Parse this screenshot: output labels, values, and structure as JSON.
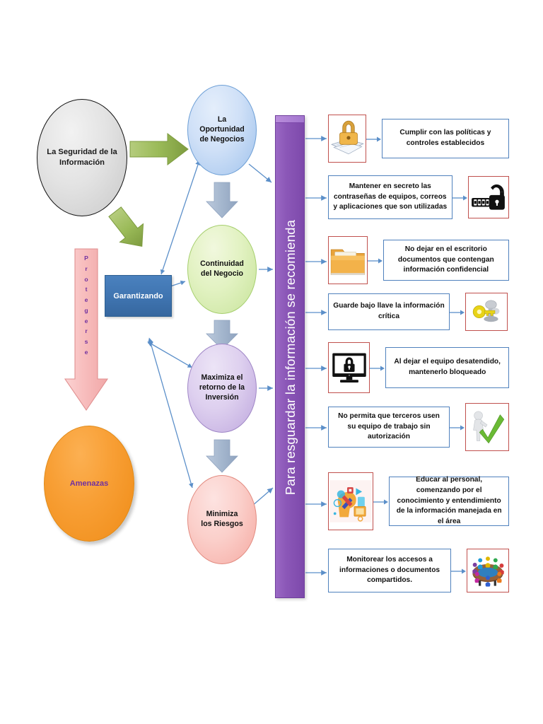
{
  "diagram": {
    "title_banner": "Para resguardar la información se recomienda",
    "nodes": {
      "seguridad": "La Seguridad de la\nInformación",
      "oportunidad": "La\nOportunidad\nde Negocios",
      "continuidad": "Continuidad\ndel Negocio",
      "maxima": "Maximiza el\nretorno de la\nInversión",
      "minimiza": "Minimiza\nlos Riesgos",
      "garantizando": "Garantizando",
      "amenazas": "Amenazas",
      "protegerse_letters": [
        "P",
        "r",
        "o",
        "t",
        "e",
        "g",
        "e",
        "r",
        "s",
        "e"
      ]
    },
    "colors": {
      "banner_purple": "#8c58b8",
      "box_border_blue": "#4f81bd",
      "icon_border_red": "#c0504d",
      "green_arrow": "#9bbb59",
      "pink_arrow": "#f6b7b7",
      "orange_ellipse": "#f89f35",
      "garantizando_blue": "#4a81be",
      "amenazas_text_purple": "#7030a0",
      "connector_blue": "#5b8fc9",
      "gray_down_arrow": "#a6b8cf"
    },
    "recommendations": [
      {
        "text": "Cumplir con las políticas y controles establecidos",
        "icon": "padlock-on-documents-icon",
        "icon_side": "left"
      },
      {
        "text": "Mantener en secreto las contraseñas de equipos, correos y aplicaciones que son utilizadas",
        "icon": "combination-padlock-icon",
        "icon_side": "right"
      },
      {
        "text": "No dejar en el escritorio documentos que contengan información confidencial",
        "icon": "folder-icon",
        "icon_side": "left"
      },
      {
        "text": "Guarde bajo llave la información crítica",
        "icon": "key-and-lock-icon",
        "icon_side": "right"
      },
      {
        "text": "Al dejar el equipo desatendido, mantenerlo bloqueado",
        "icon": "locked-monitor-icon",
        "icon_side": "left"
      },
      {
        "text": "No permita que terceros usen su equipo de trabajo sin autorización",
        "icon": "person-with-checkmark-icon",
        "icon_side": "right"
      },
      {
        "text": "Educar al personal, comenzando por el conocimiento y entendimiento de la información manejada en el área",
        "icon": "training-knowledge-icon",
        "icon_side": "left"
      },
      {
        "text": "Monitorear los accesos a informaciones o documentos compartidos.",
        "icon": "people-meeting-table-icon",
        "icon_side": "right"
      }
    ]
  }
}
